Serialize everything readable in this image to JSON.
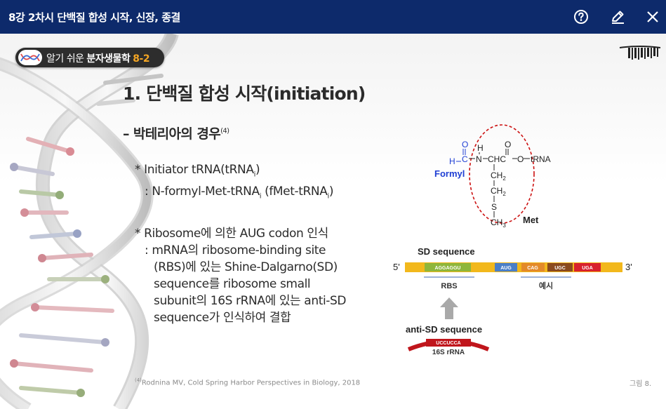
{
  "header": {
    "title": "8강 2차시 단백질 합성 시작, 신장, 종결",
    "help_icon": "help-circle-icon",
    "edit_icon": "pen-icon",
    "close_icon": "close-icon"
  },
  "slide": {
    "course_badge": {
      "prefix": "알기 쉬운 ",
      "name": "분자생물학",
      "number": "8-2"
    },
    "heading": "1. 단백질 합성 시작(initiation)",
    "subheading": "– 박테리아의 경우",
    "subheading_ref": "(4)",
    "bullets": {
      "b1_prefix": "* Initiator tRNA(tRNA",
      "b1_sub": "i",
      "b1_suffix": ")",
      "b1_line2_prefix": ": N-formyl-Met-tRNA",
      "b1_line2_sub": "i",
      "b1_line2_mid": " (fMet-tRNA",
      "b1_line2_sub2": "i",
      "b1_line2_suffix": ")",
      "b2_line1": "* Ribosome에 의한 AUG codon 인식",
      "b2_line2": ": mRNA의 ribosome-binding site",
      "b2_line3": "(RBS)에 있는 Shine-Dalgarno(SD)",
      "b2_line4": "sequence를 ribosome small",
      "b2_line5": "subunit의 16S rRNA에 있는 anti-SD",
      "b2_line6": "sequence가 인식하여 결합"
    },
    "diagram": {
      "o1": "O",
      "o2": "O",
      "h_left": "H",
      "c_formyl": "C",
      "h_amide": "H",
      "n_amide": "N",
      "backbone": "CHC",
      "o_ester": "O",
      "trna": "tRNA",
      "ch2_1": "CH",
      "ch2_2": "CH",
      "sulfur": "S",
      "ch3": "CH",
      "sub2": "2",
      "sub3": "3",
      "formyl_label": "Formyl",
      "met_label": "Met",
      "sd_label": "SD sequence",
      "five_prime": "5'",
      "three_prime": "3'",
      "seq_sd": "AGGAGGU",
      "seq_aug": "AUG",
      "seq_cag": "CAG",
      "seq_ugc": "UGC",
      "seq_uga": "UGA",
      "rbs_label": "RBS",
      "example_label": "예시",
      "anti_sd_label": "anti-SD sequence",
      "anti_seq": "UCCUCCA",
      "rrna_label": "16S rRNA",
      "colors": {
        "formyl_blue": "#1f3fd4",
        "dashed_red": "#cc1111",
        "seq_yellow": "#f2b81c",
        "sd_green": "#8fb63b",
        "aug_blue": "#4a7fc8",
        "cag_orange": "#e38a2a",
        "ugc_brown": "#8a4a1e",
        "uga_red": "#d8212c",
        "rrna_red": "#c0161c"
      }
    },
    "footnote_ref": "(4)",
    "footnote_text": "Rodnina MV, Cold Spring Harbor Perspectives in Biology, 2018",
    "figure_label": "그림 8."
  }
}
